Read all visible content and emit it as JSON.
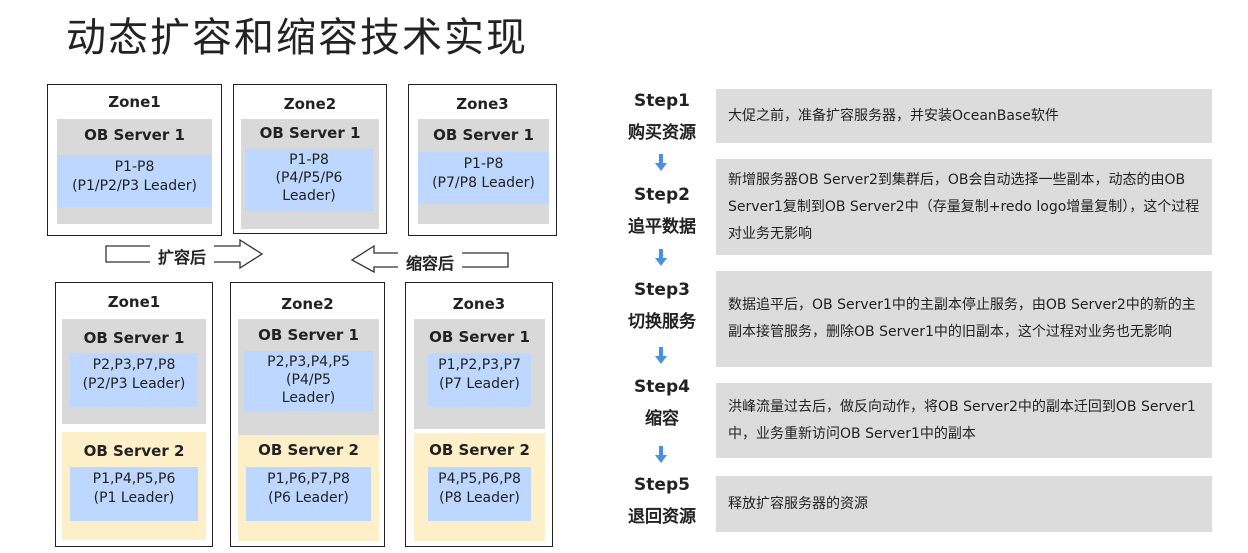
{
  "title": "动态扩容和缩容技术实现",
  "arrows": {
    "expand_label": "扩容后",
    "shrink_label": "缩容后"
  },
  "top_zones": [
    {
      "name": "Zone1",
      "server": "OB Server 1",
      "partitions": "P1-P8\n(P1/P2/P3 Leader)"
    },
    {
      "name": "Zone2",
      "server": "OB Server 1",
      "partitions": "P1-P8\n(P4/P5/P6\nLeader)"
    },
    {
      "name": "Zone3",
      "server": "OB Server 1",
      "partitions": "P1-P8\n(P7/P8 Leader)"
    }
  ],
  "bottom_zones": [
    {
      "name": "Zone1",
      "server1": "OB Server 1",
      "partitions1": "P2,P3,P7,P8\n(P2/P3 Leader)",
      "server2": "OB Server 2",
      "partitions2": "P1,P4,P5,P6\n(P1 Leader)"
    },
    {
      "name": "Zone2",
      "server1": "OB Server 1",
      "partitions1": "P2,P3,P4,P5\n(P4/P5\nLeader)",
      "server2": "OB Server 2",
      "partitions2": "P1,P6,P7,P8\n(P6 Leader)"
    },
    {
      "name": "Zone3",
      "server1": "OB Server 1",
      "partitions1": "P1,P2,P3,P7\n(P7 Leader)",
      "server2": "OB Server 2",
      "partitions2": "P4,P5,P6,P8\n(P8 Leader)"
    }
  ],
  "steps": [
    {
      "step": "Step1",
      "name": "购买资源",
      "desc": "大促之前，准备扩容服务器，并安装OceanBase软件"
    },
    {
      "step": "Step2",
      "name": "追平数据",
      "desc": "新增服务器OB Server2到集群后，OB会自动选择一些副本，动态的由OB Server1复制到OB Server2中（存量复制+redo logo增量复制），这个过程对业务无影响"
    },
    {
      "step": "Step3",
      "name": "切换服务",
      "desc": "数据追平后，OB Server1中的主副本停止服务，由OB Server2中的新的主副本接管服务，删除OB Server1中的旧副本，这个过程对业务也无影响"
    },
    {
      "step": "Step4",
      "name": "缩容",
      "desc": "洪峰流量过去后，做反向动作，将OB Server2中的副本迁回到OB Server1中，业务重新访问OB Server1中的副本"
    },
    {
      "step": "Step5",
      "name": "退回资源",
      "desc": "释放扩容服务器的资源"
    }
  ],
  "colors": {
    "grey_server": "#d9d9d9",
    "yellow_server": "#fdf0c9",
    "partition_blue": "#bdd7ff",
    "step_box": "#dcdcdc",
    "arrow_blue": "#4a90e2"
  }
}
